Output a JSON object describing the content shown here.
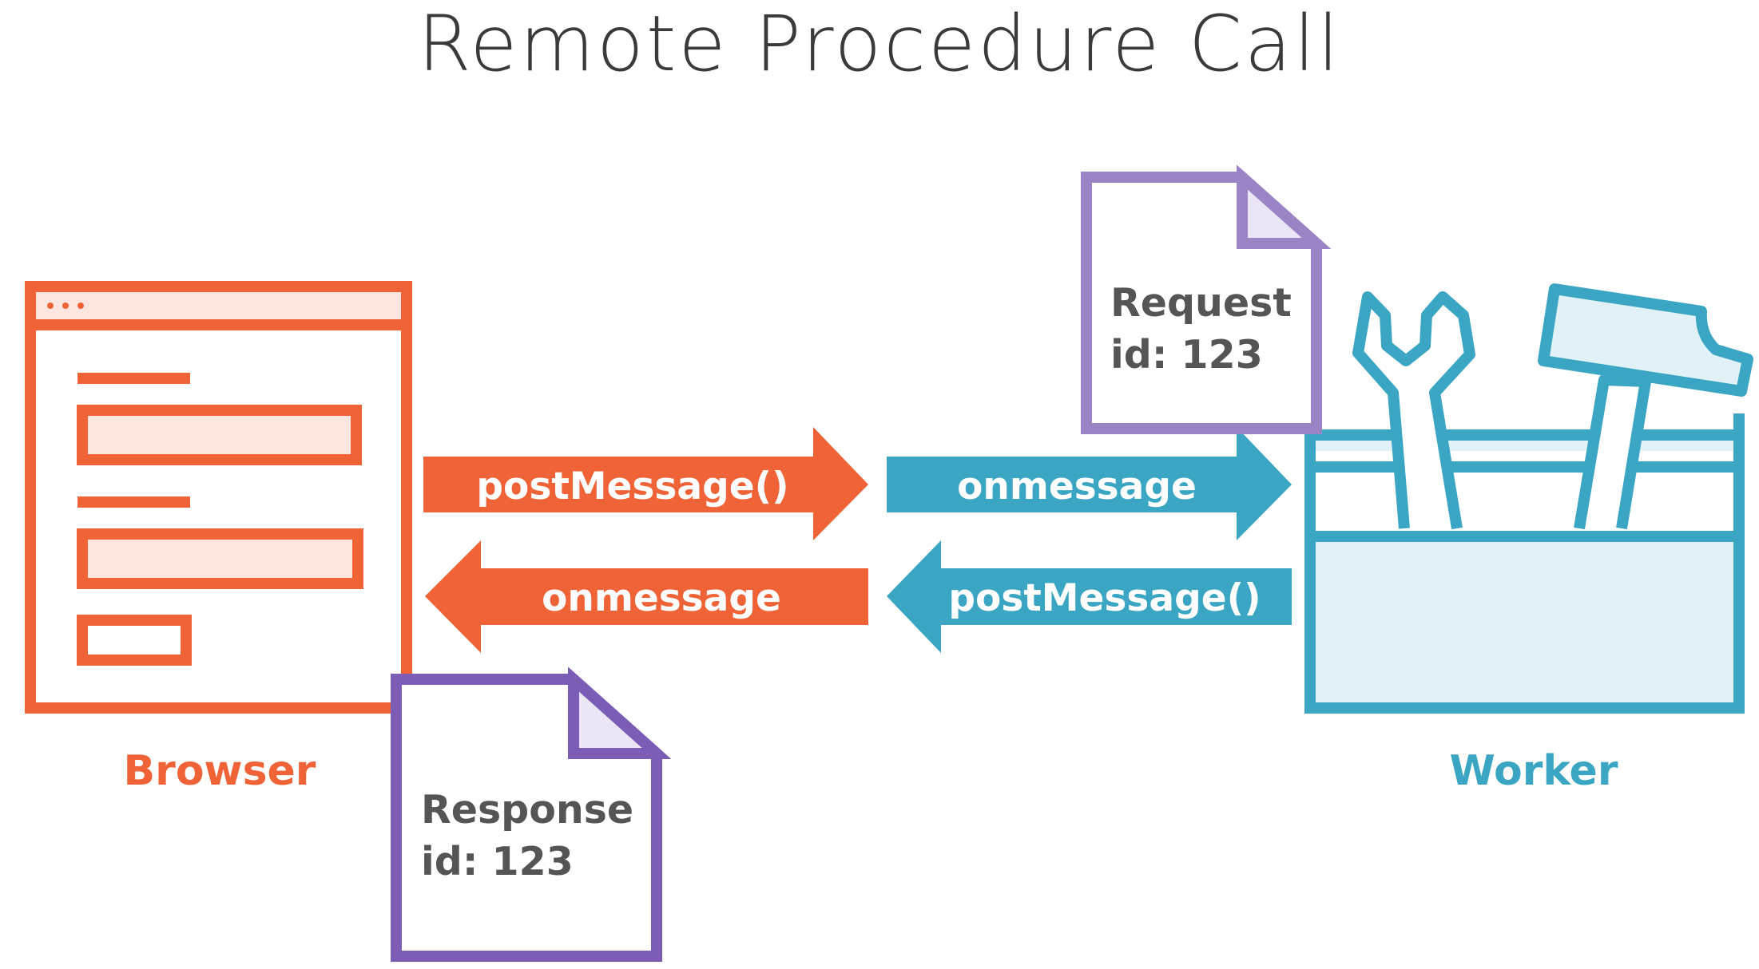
{
  "title": "Remote Procedure Call",
  "browser": {
    "label": "Browser"
  },
  "worker": {
    "label": "Worker"
  },
  "arrows": {
    "browser_to_worker": "postMessage()",
    "worker_receive": "onmessage",
    "browser_receive": "onmessage",
    "worker_to_browser": "postMessage()"
  },
  "request_doc": {
    "line1": "Request",
    "line2": "id: 123"
  },
  "response_doc": {
    "line1": "Response",
    "line2": "id: 123"
  },
  "colors": {
    "orange": "#ef6336",
    "orange_light": "#fce6df",
    "teal": "#3aa6c3",
    "teal_light": "#e1f1f7",
    "purple_request": "#9a84c6",
    "purple_response": "#7c5db5",
    "doc_fold": "#ebe6f6",
    "text_dark": "#555555"
  }
}
